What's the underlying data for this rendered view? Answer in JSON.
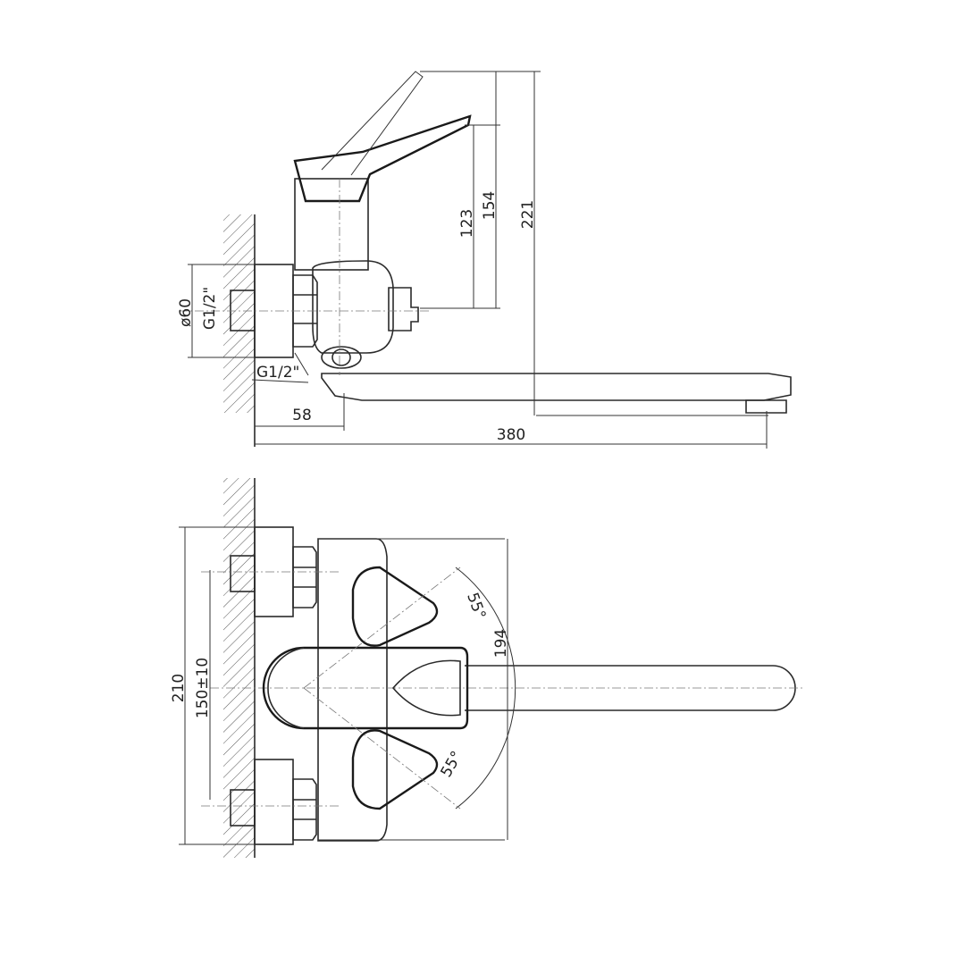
{
  "drawing": {
    "side_view": {
      "dim_lever_height": "123",
      "dim_lever_open_height": "154",
      "dim_total_height": "221",
      "dim_flange_diameter": "ø60",
      "dim_thread_inlet": "G1/2\"",
      "dim_thread_outlet": "G1/2\"",
      "dim_wall_offset": "58",
      "dim_spout_length": "380"
    },
    "top_view": {
      "dim_total_width": "210",
      "dim_center_distance": "150±10",
      "dim_body_width": "194",
      "angle_upper": "55°",
      "angle_lower": "55°"
    }
  }
}
